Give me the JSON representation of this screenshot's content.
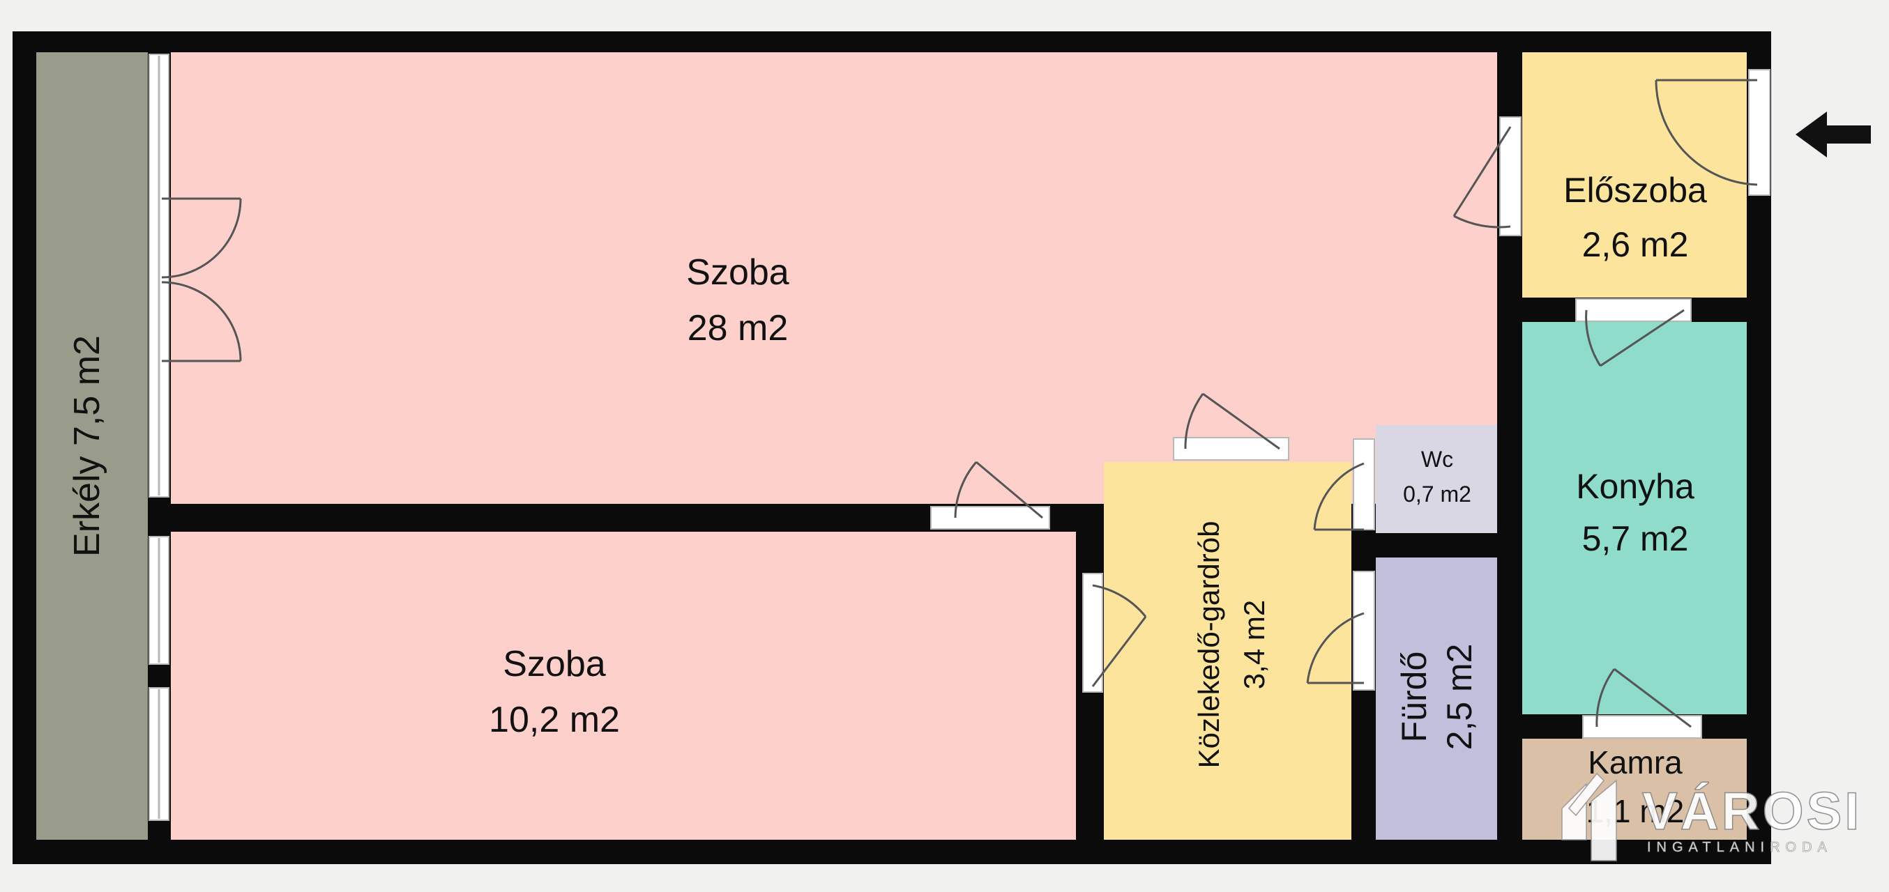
{
  "rooms": {
    "erkely": {
      "name": "Erkély",
      "area": "7,5 m2",
      "color": "#9a9c8b"
    },
    "szoba_nagy": {
      "name": "Szoba",
      "area": "28 m2",
      "color": "#fdd0cb"
    },
    "szoba_kicsi": {
      "name": "Szoba",
      "area": "10,2 m2",
      "color": "#fdd0cb"
    },
    "eloszoba": {
      "name": "Előszoba",
      "area": "2,6 m2",
      "color": "#fce49d"
    },
    "konyha": {
      "name": "Konyha",
      "area": "5,7 m2",
      "color": "#8fdccb"
    },
    "kozlekedo": {
      "name": "Közlekedő-gardrób",
      "area": "3,4 m2",
      "color": "#fce49d"
    },
    "wc": {
      "name": "Wc",
      "area": "0,7 m2",
      "color": "#d8d7e3"
    },
    "furdo": {
      "name": "Fürdő",
      "area": "2,5 m2",
      "color": "#c0c0dc"
    },
    "kamra": {
      "name": "Kamra",
      "area": "1,1 m2",
      "color": "#d9c0a6"
    }
  },
  "wall_color": "#0b0b0b",
  "entrance": {
    "icon": "arrow-left-icon"
  },
  "watermark": {
    "brand": "VÁROSI",
    "sub": "INGATLANIRODA",
    "icon": "varosi-logo-icon"
  }
}
